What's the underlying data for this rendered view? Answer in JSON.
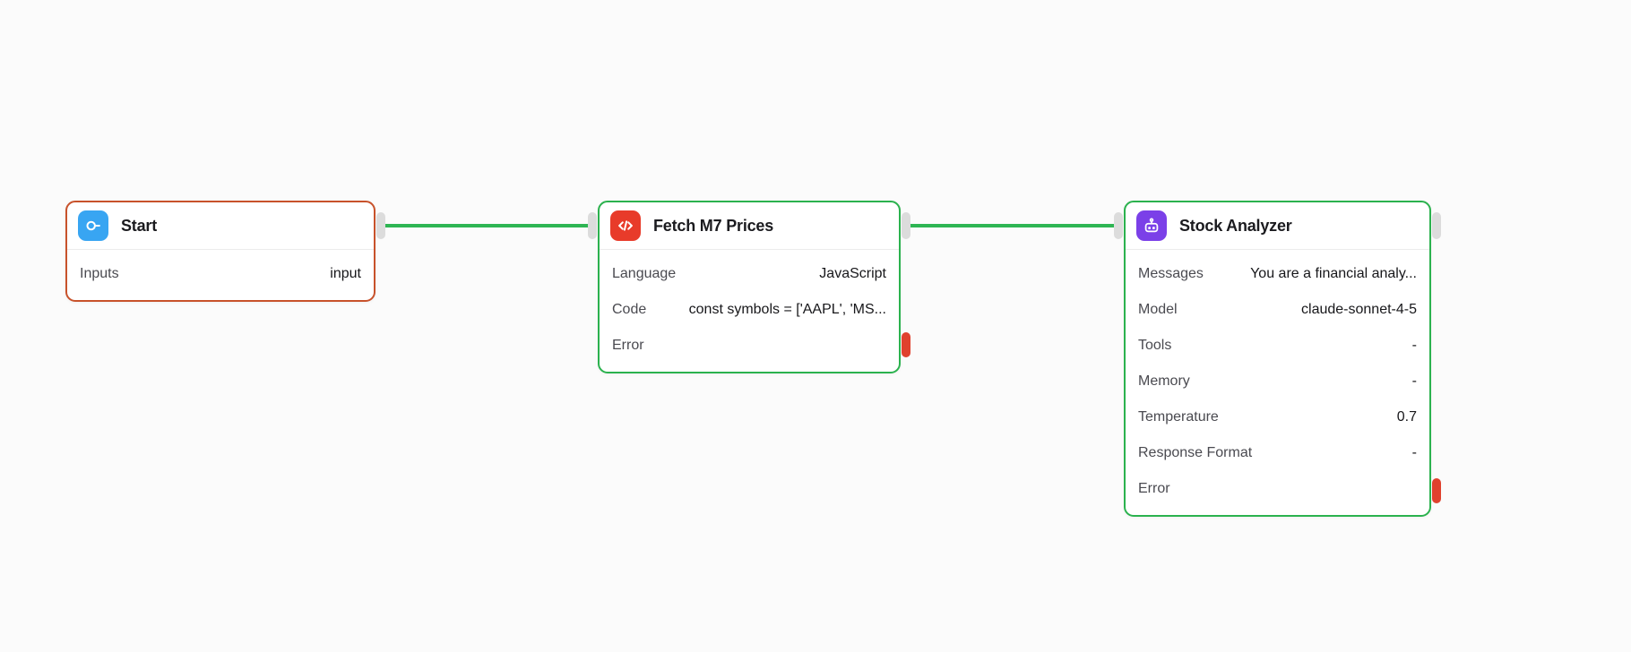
{
  "canvas": {
    "background": "#fbfbfb"
  },
  "colors": {
    "edge_green": "#2eb553",
    "node_border_green": "#2bb24e",
    "node_border_orange": "#c8522b",
    "handle_gray": "#dcdcdc",
    "error_handle_red": "#e0412e",
    "icon_blue": "#38a5f2",
    "icon_red": "#e83b2a",
    "icon_purple": "#7b40e8"
  },
  "nodes": [
    {
      "title": "Start",
      "icon": "input-icon",
      "rows": [
        {
          "label": "Inputs",
          "value": "input"
        }
      ]
    },
    {
      "title": "Fetch M7 Prices",
      "icon": "code-icon",
      "rows": [
        {
          "label": "Language",
          "value": "JavaScript"
        },
        {
          "label": "Code",
          "value": "const symbols = ['AAPL', 'MS..."
        },
        {
          "label": "Error",
          "value": ""
        }
      ]
    },
    {
      "title": "Stock Analyzer",
      "icon": "robot-icon",
      "rows": [
        {
          "label": "Messages",
          "value": "You are a financial analy..."
        },
        {
          "label": "Model",
          "value": "claude-sonnet-4-5"
        },
        {
          "label": "Tools",
          "value": "-"
        },
        {
          "label": "Memory",
          "value": "-"
        },
        {
          "label": "Temperature",
          "value": "0.7"
        },
        {
          "label": "Response Format",
          "value": "-"
        },
        {
          "label": "Error",
          "value": ""
        }
      ]
    }
  ]
}
